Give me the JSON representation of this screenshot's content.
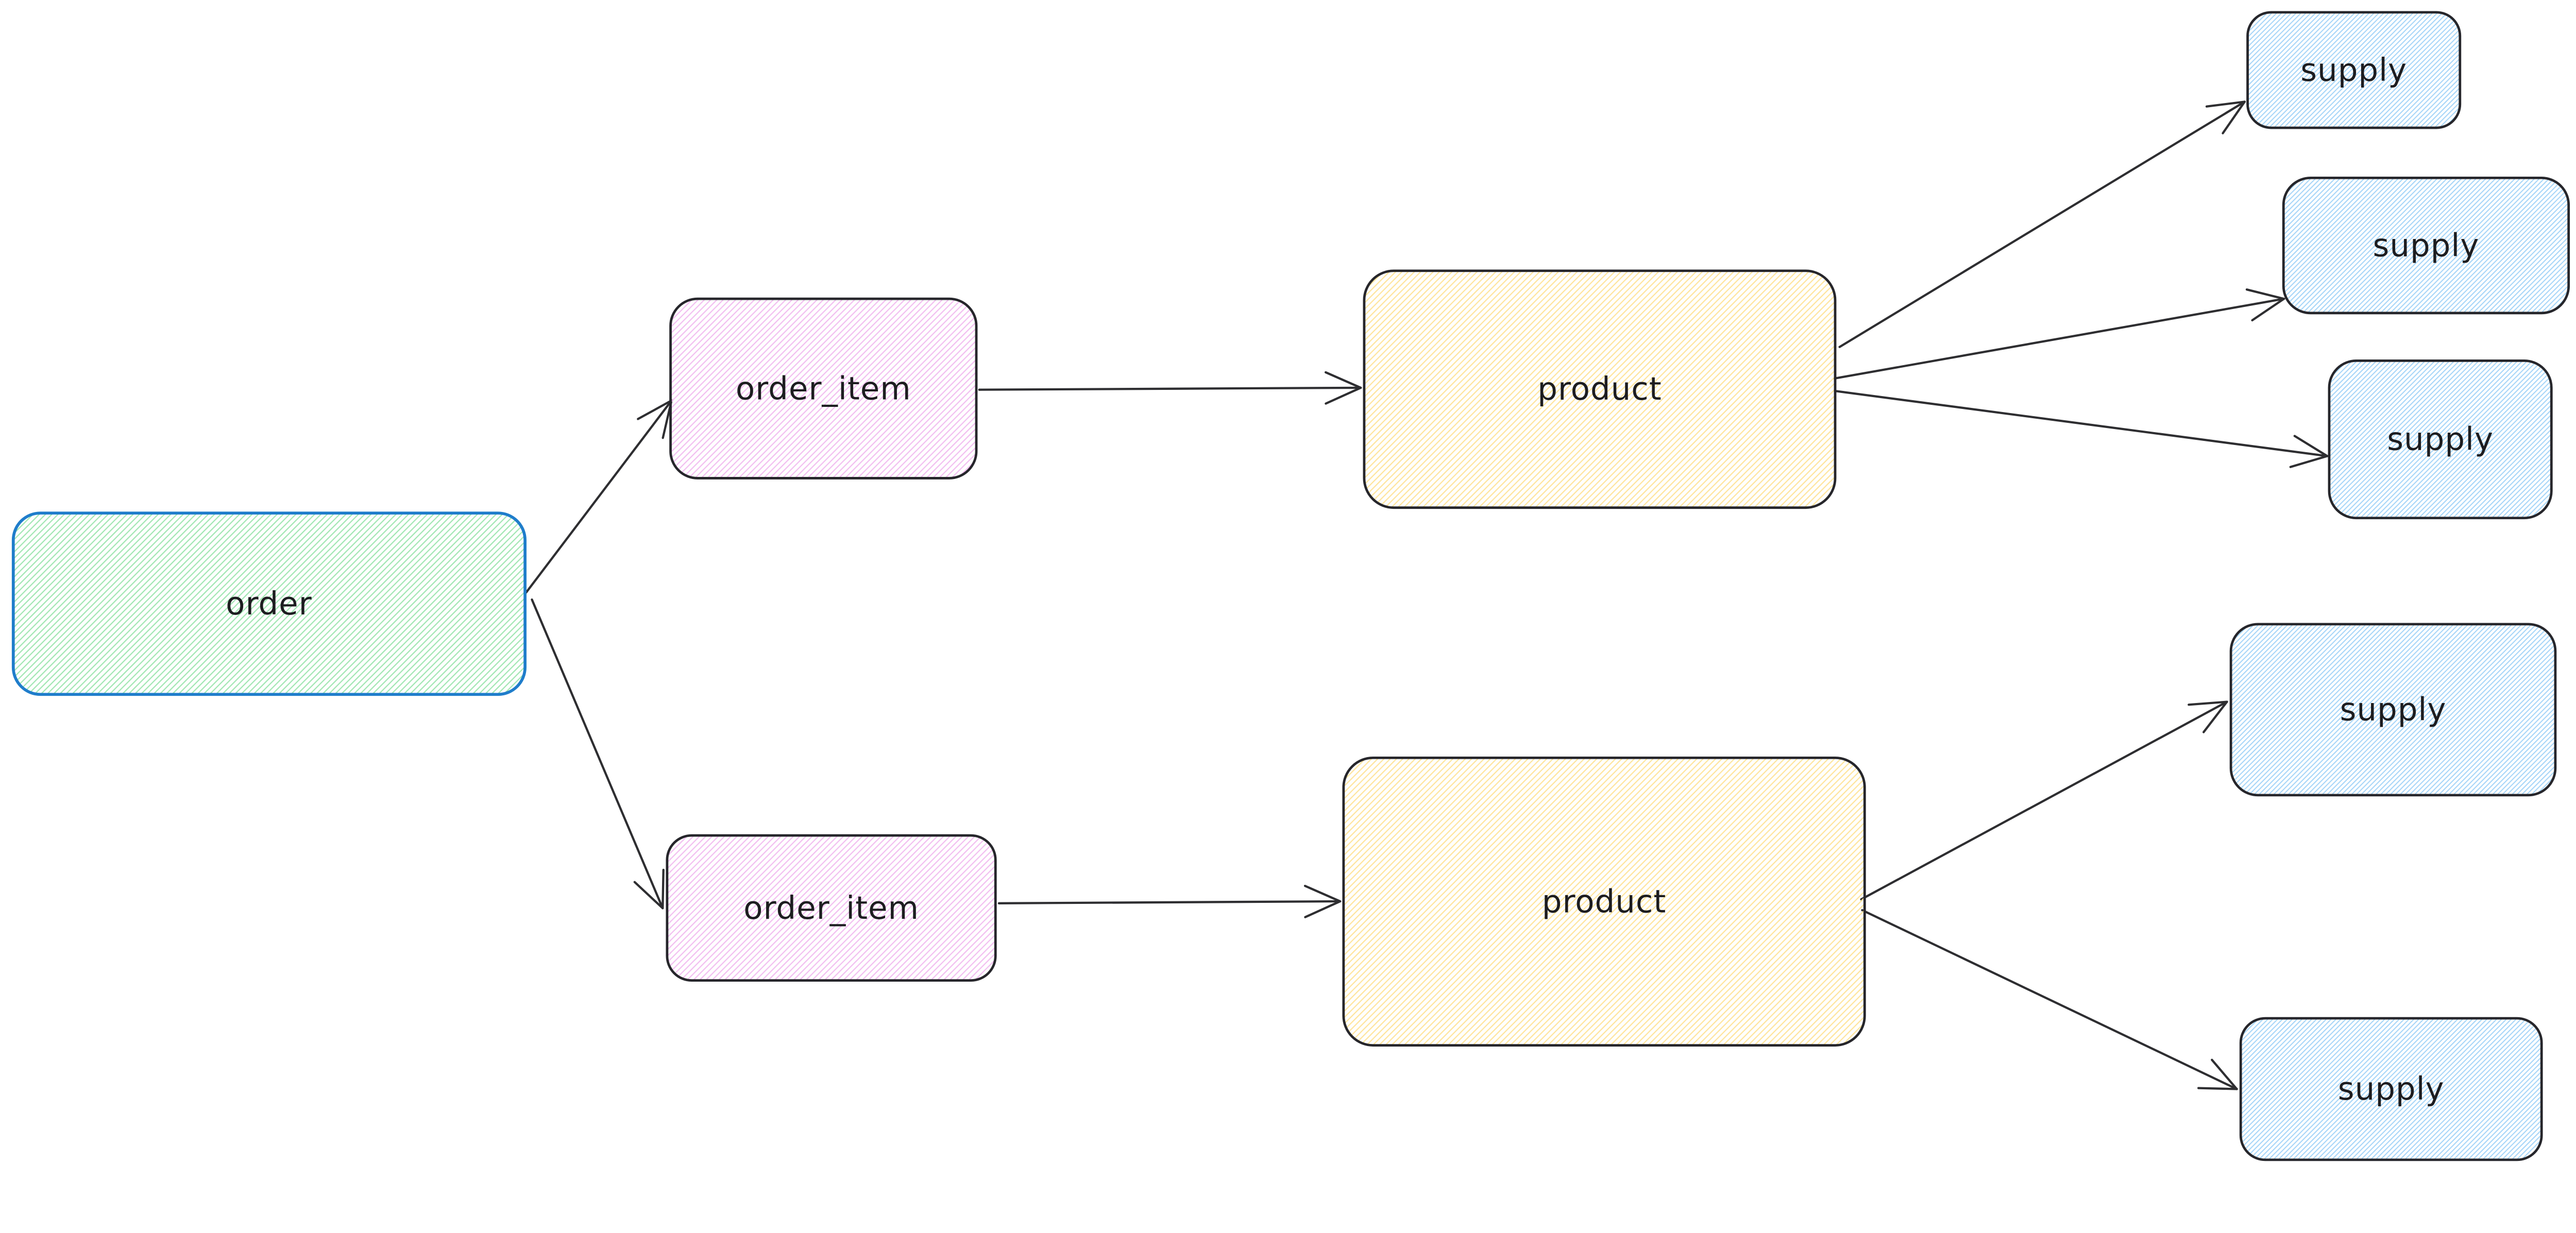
{
  "diagram": {
    "kind": "hand-drawn-flow-diagram",
    "nodes": [
      {
        "id": "order",
        "label": "order",
        "fill_color": "green",
        "border_color": "blue"
      },
      {
        "id": "order_item_1",
        "label": "order_item",
        "fill_color": "violet",
        "border_color": "dark"
      },
      {
        "id": "order_item_2",
        "label": "order_item",
        "fill_color": "violet",
        "border_color": "dark"
      },
      {
        "id": "product_1",
        "label": "product",
        "fill_color": "yellow",
        "border_color": "dark"
      },
      {
        "id": "product_2",
        "label": "product",
        "fill_color": "yellow",
        "border_color": "dark"
      },
      {
        "id": "supply_1",
        "label": "supply",
        "fill_color": "blue",
        "border_color": "dark"
      },
      {
        "id": "supply_2",
        "label": "supply",
        "fill_color": "blue",
        "border_color": "dark"
      },
      {
        "id": "supply_3",
        "label": "supply",
        "fill_color": "blue",
        "border_color": "dark"
      },
      {
        "id": "supply_4",
        "label": "supply",
        "fill_color": "blue",
        "border_color": "dark"
      },
      {
        "id": "supply_5",
        "label": "supply",
        "fill_color": "blue",
        "border_color": "dark"
      }
    ],
    "edges": [
      {
        "from": "order",
        "to": "order_item_1"
      },
      {
        "from": "order",
        "to": "order_item_2"
      },
      {
        "from": "order_item_1",
        "to": "product_1"
      },
      {
        "from": "order_item_2",
        "to": "product_2"
      },
      {
        "from": "product_1",
        "to": "supply_1"
      },
      {
        "from": "product_1",
        "to": "supply_2"
      },
      {
        "from": "product_1",
        "to": "supply_3"
      },
      {
        "from": "product_2",
        "to": "supply_4"
      },
      {
        "from": "product_2",
        "to": "supply_5"
      }
    ],
    "colors": {
      "background": "#ffffff",
      "text": "#1d1d20",
      "arrow": "#2e2e31",
      "node_stroke": "#26262b",
      "order_stroke": "#1f7dcb",
      "green_hatch": "#9fe6b1",
      "violet_hatch": "#f2bdf0",
      "yellow_hatch": "#ffe49a",
      "blue_hatch": "#a6d5f8"
    }
  }
}
